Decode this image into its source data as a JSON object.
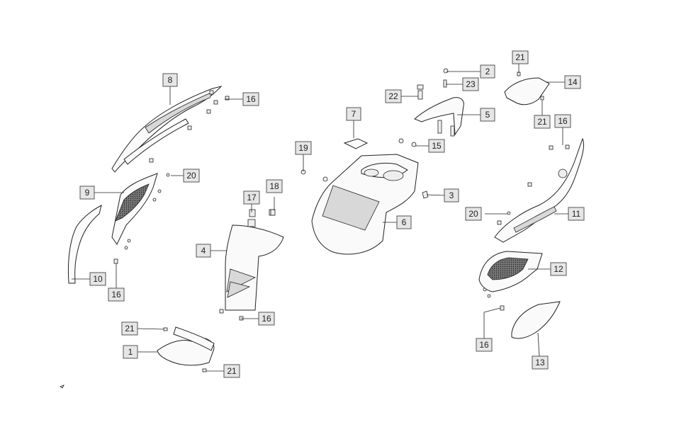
{
  "callouts": {
    "c1": "1",
    "c2": "2",
    "c3": "3",
    "c4": "4",
    "c5": "5",
    "c6": "6",
    "c7": "7",
    "c8": "8",
    "c9": "9",
    "c10": "10",
    "c11": "11",
    "c12": "12",
    "c13": "13",
    "c14": "14",
    "c15": "15",
    "c16a": "16",
    "c16b": "16",
    "c16c": "16",
    "c16d": "16",
    "c16e": "16",
    "c17": "17",
    "c18": "18",
    "c19": "19",
    "c20a": "20",
    "c20b": "20",
    "c21a": "21",
    "c21b": "21",
    "c21c": "21",
    "c21d": "21",
    "c22": "22",
    "c23": "23"
  },
  "colors": {
    "box_fill": "#e6e6e6",
    "box_stroke": "#555555",
    "line": "#222222"
  }
}
